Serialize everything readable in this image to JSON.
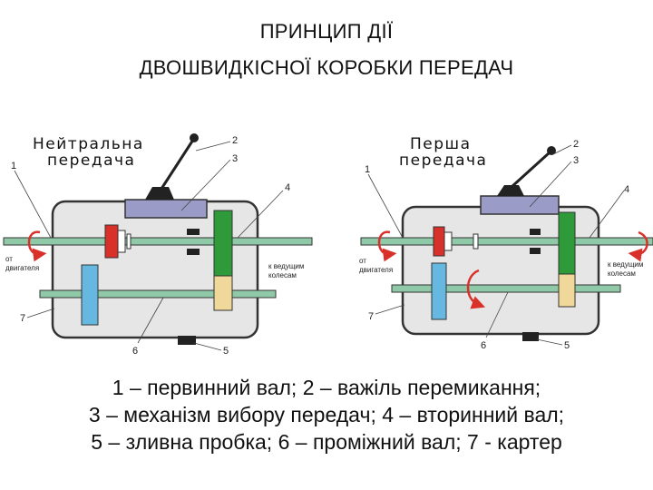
{
  "title": {
    "line1": "ПРИНЦИП ДІЇ",
    "line2": "ДВОШВИДКІСНОЇ КОРОБКИ ПЕРЕДАЧ"
  },
  "panels": [
    {
      "heading_line1": "Нейтральна",
      "heading_line2": "передача",
      "input_label_line1": "от",
      "input_label_line2": "двигателя",
      "output_label_line1": "к ведущим",
      "output_label_line2": "колесам",
      "num1": "1",
      "num2": "2",
      "num3": "3",
      "num4": "4",
      "num5": "5",
      "num6": "6",
      "num7": "7"
    },
    {
      "heading_line1": "Перша",
      "heading_line2": "передача",
      "input_label_line1": "от",
      "input_label_line2": "двигателя",
      "output_label_line1": "к ведущим",
      "output_label_line2": "колесам",
      "num1": "1",
      "num2": "2",
      "num3": "3",
      "num4": "4",
      "num5": "5",
      "num6": "6",
      "num7": "7"
    }
  ],
  "caption": {
    "line1": "1 – первинний вал; 2 – важіль перемикання;",
    "line2": "3 – механізм вибору передач; 4 – вторинний вал;",
    "line3": "5 – зливна пробка; 6 – проміжний вал; 7 - картер"
  },
  "colors": {
    "housing": "#e6e6e6",
    "shaft": "#8fc9a8",
    "selector": "#9b9bc8",
    "red_gear": "#d9302a",
    "green_gear": "#2f9a3a",
    "blue_gear": "#66b8e0",
    "tan_gear": "#f0d79a",
    "arrow": "#d9302a"
  }
}
